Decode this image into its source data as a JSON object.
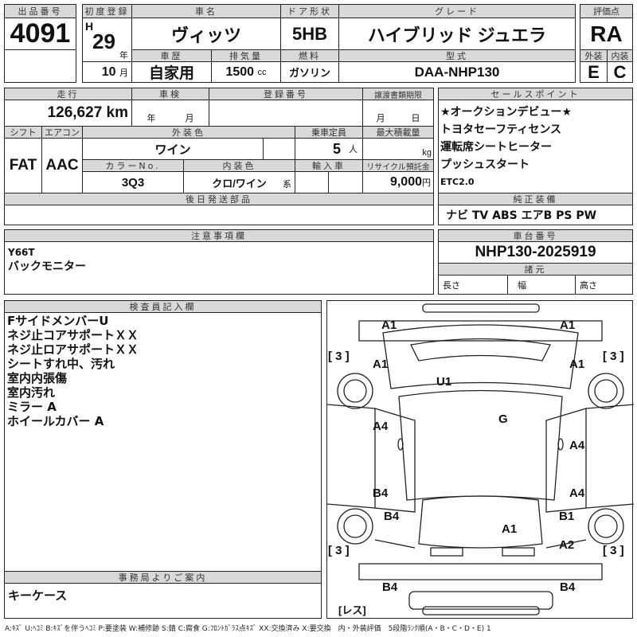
{
  "lot": {
    "label": "出品番号",
    "value": "4091"
  },
  "first_reg": {
    "label": "初度登録",
    "era": "H",
    "year": "29",
    "year_unit": "年",
    "month": "10",
    "month_unit": "月"
  },
  "car_name": {
    "label": "車名",
    "value": "ヴィッツ"
  },
  "door": {
    "label": "ドア形状",
    "value": "5HB"
  },
  "grade": {
    "label": "グレード",
    "value": "ハイブリッド ジュエラ"
  },
  "history": {
    "label": "車歴",
    "value": "自家用"
  },
  "displacement": {
    "label": "排気量",
    "value": "1500",
    "unit": "cc"
  },
  "fuel": {
    "label": "燃料",
    "value": "ガソリン"
  },
  "model": {
    "label": "型式",
    "value": "DAA-NHP130"
  },
  "score": {
    "label": "評価点",
    "value": "RA",
    "ext_label": "外装",
    "ext": "E",
    "int_label": "内装",
    "int": "C"
  },
  "mileage": {
    "label": "走行",
    "value": "126,627 km"
  },
  "inspection": {
    "label": "車検",
    "year_unit": "年",
    "month_unit": "月"
  },
  "reg_no": {
    "label": "登録番号"
  },
  "transfer": {
    "label": "譲渡書類期限",
    "month_unit": "月",
    "day_unit": "日"
  },
  "shift": {
    "label": "シフト",
    "value": "FAT"
  },
  "ac": {
    "label": "エアコン",
    "value": "AAC"
  },
  "ext_color": {
    "label": "外装色",
    "value": "ワイン"
  },
  "capacity": {
    "label": "乗車定員",
    "value": "5",
    "unit": "人"
  },
  "max_load": {
    "label": "最大積載量",
    "unit": "kg"
  },
  "color_no": {
    "label": "カラーNo.",
    "value": "3Q3"
  },
  "int_color": {
    "label": "内装色",
    "value": "クロ/ワイン",
    "suffix": "系"
  },
  "import": {
    "label": "輸入車"
  },
  "recycle": {
    "label": "リサイクル預託金",
    "value": "9,000",
    "unit": "円"
  },
  "later_parts": {
    "label": "後日発送部品"
  },
  "sales_points": {
    "label": "セールスポイント",
    "items": [
      "★オークションデビュー★",
      "トヨタセーフティセンス",
      "運転席シートヒーター",
      "プッシュスタート",
      "ETC2.0"
    ]
  },
  "equipment": {
    "label": "純正装備",
    "value": "ナビ TV ABS エアB PS PW"
  },
  "notes": {
    "label": "注意事項欄",
    "lines": [
      "Y66T",
      "バックモニター"
    ]
  },
  "chassis": {
    "label": "車台番号",
    "value": "NHP130-2025919",
    "spec_label": "諸元",
    "length": "長さ",
    "width": "幅",
    "height": "高さ"
  },
  "inspector": {
    "label": "検査員記入欄",
    "lines": [
      "FサイドメンバーU",
      "ネジ止コアサポートＸＸ",
      "ネジ止ロアサポートＸＸ",
      "シートすれ中、汚れ",
      "室内内張傷",
      "室内汚れ",
      "ミラー A",
      "ホイールカバー A"
    ]
  },
  "office": {
    "label": "事務局よりご案内",
    "value": "キーケース"
  },
  "diagram": {
    "marks": [
      "A1",
      "A1",
      "[ 3 ]",
      "[ 3 ]",
      "A1",
      "A1",
      "U1",
      "G",
      "A4",
      "A4",
      "B4",
      "A4",
      "B4",
      "B1",
      "A1",
      "[ 3 ]",
      "A2",
      "[ 3 ]",
      "B4",
      "B4",
      "[レス]"
    ]
  },
  "legend": "A:ｷｽﾞ U:ﾍｺﾐ B:ｷｽﾞを伴うﾍｺﾐ P:要塗装 W:補修跡 S:錆 C:腐食 G:ﾌﾛﾝﾄｶﾞﾗｽ点ｷｽﾞ XX:交換済み X:要交換　内・外装評価　5段階ﾗﾝｸ順(A・B・C・D・E) 1"
}
